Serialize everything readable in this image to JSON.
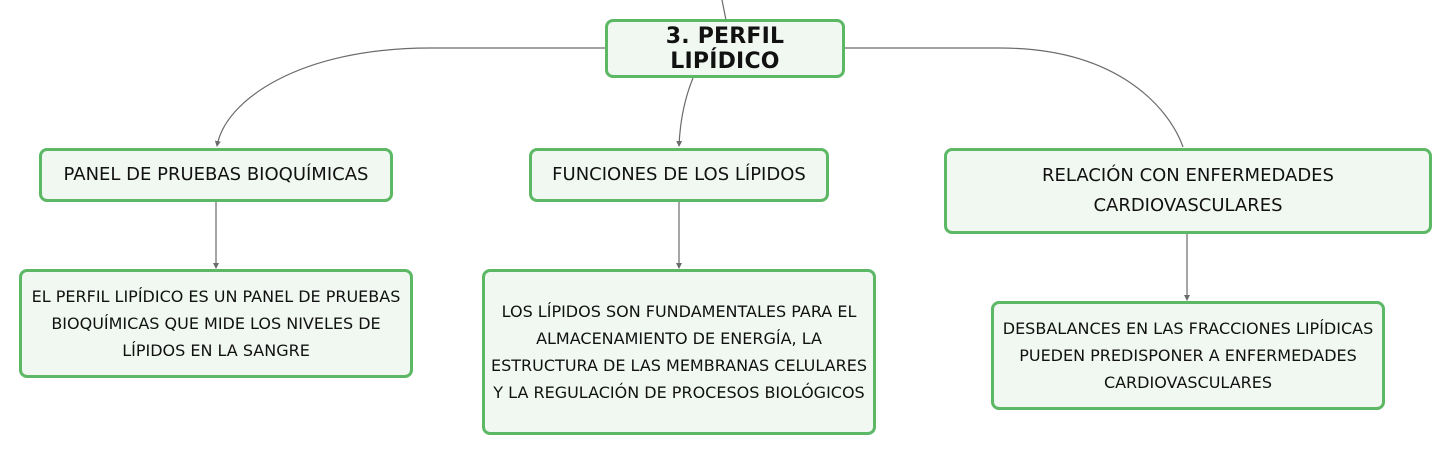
{
  "diagram": {
    "root": {
      "label": "3. PERFIL LIPÍDICO"
    },
    "branches": [
      {
        "label": "PANEL DE PRUEBAS BIOQUÍMICAS",
        "detail": "EL PERFIL LIPÍDICO ES UN PANEL DE PRUEBAS BIOQUÍMICAS QUE MIDE LOS NIVELES DE LÍPIDOS EN LA SANGRE"
      },
      {
        "label": "FUNCIONES DE LOS LÍPIDOS",
        "detail": "LOS LÍPIDOS SON FUNDAMENTALES PARA EL ALMACENAMIENTO DE ENERGÍA, LA ESTRUCTURA DE LAS MEMBRANAS CELULARES Y LA REGULACIÓN DE PROCESOS BIOLÓGICOS"
      },
      {
        "label": "RELACIÓN CON ENFERMEDADES CARDIOVASCULARES",
        "detail": "DESBALANCES EN LAS FRACCIONES LIPÍDICAS PUEDEN PREDISPONER A ENFERMEDADES CARDIOVASCULARES"
      }
    ]
  },
  "colors": {
    "node_border": "#5cb865",
    "node_fill": "#f1f8f2",
    "connector": "#6b6b6b",
    "text": "#111111"
  }
}
